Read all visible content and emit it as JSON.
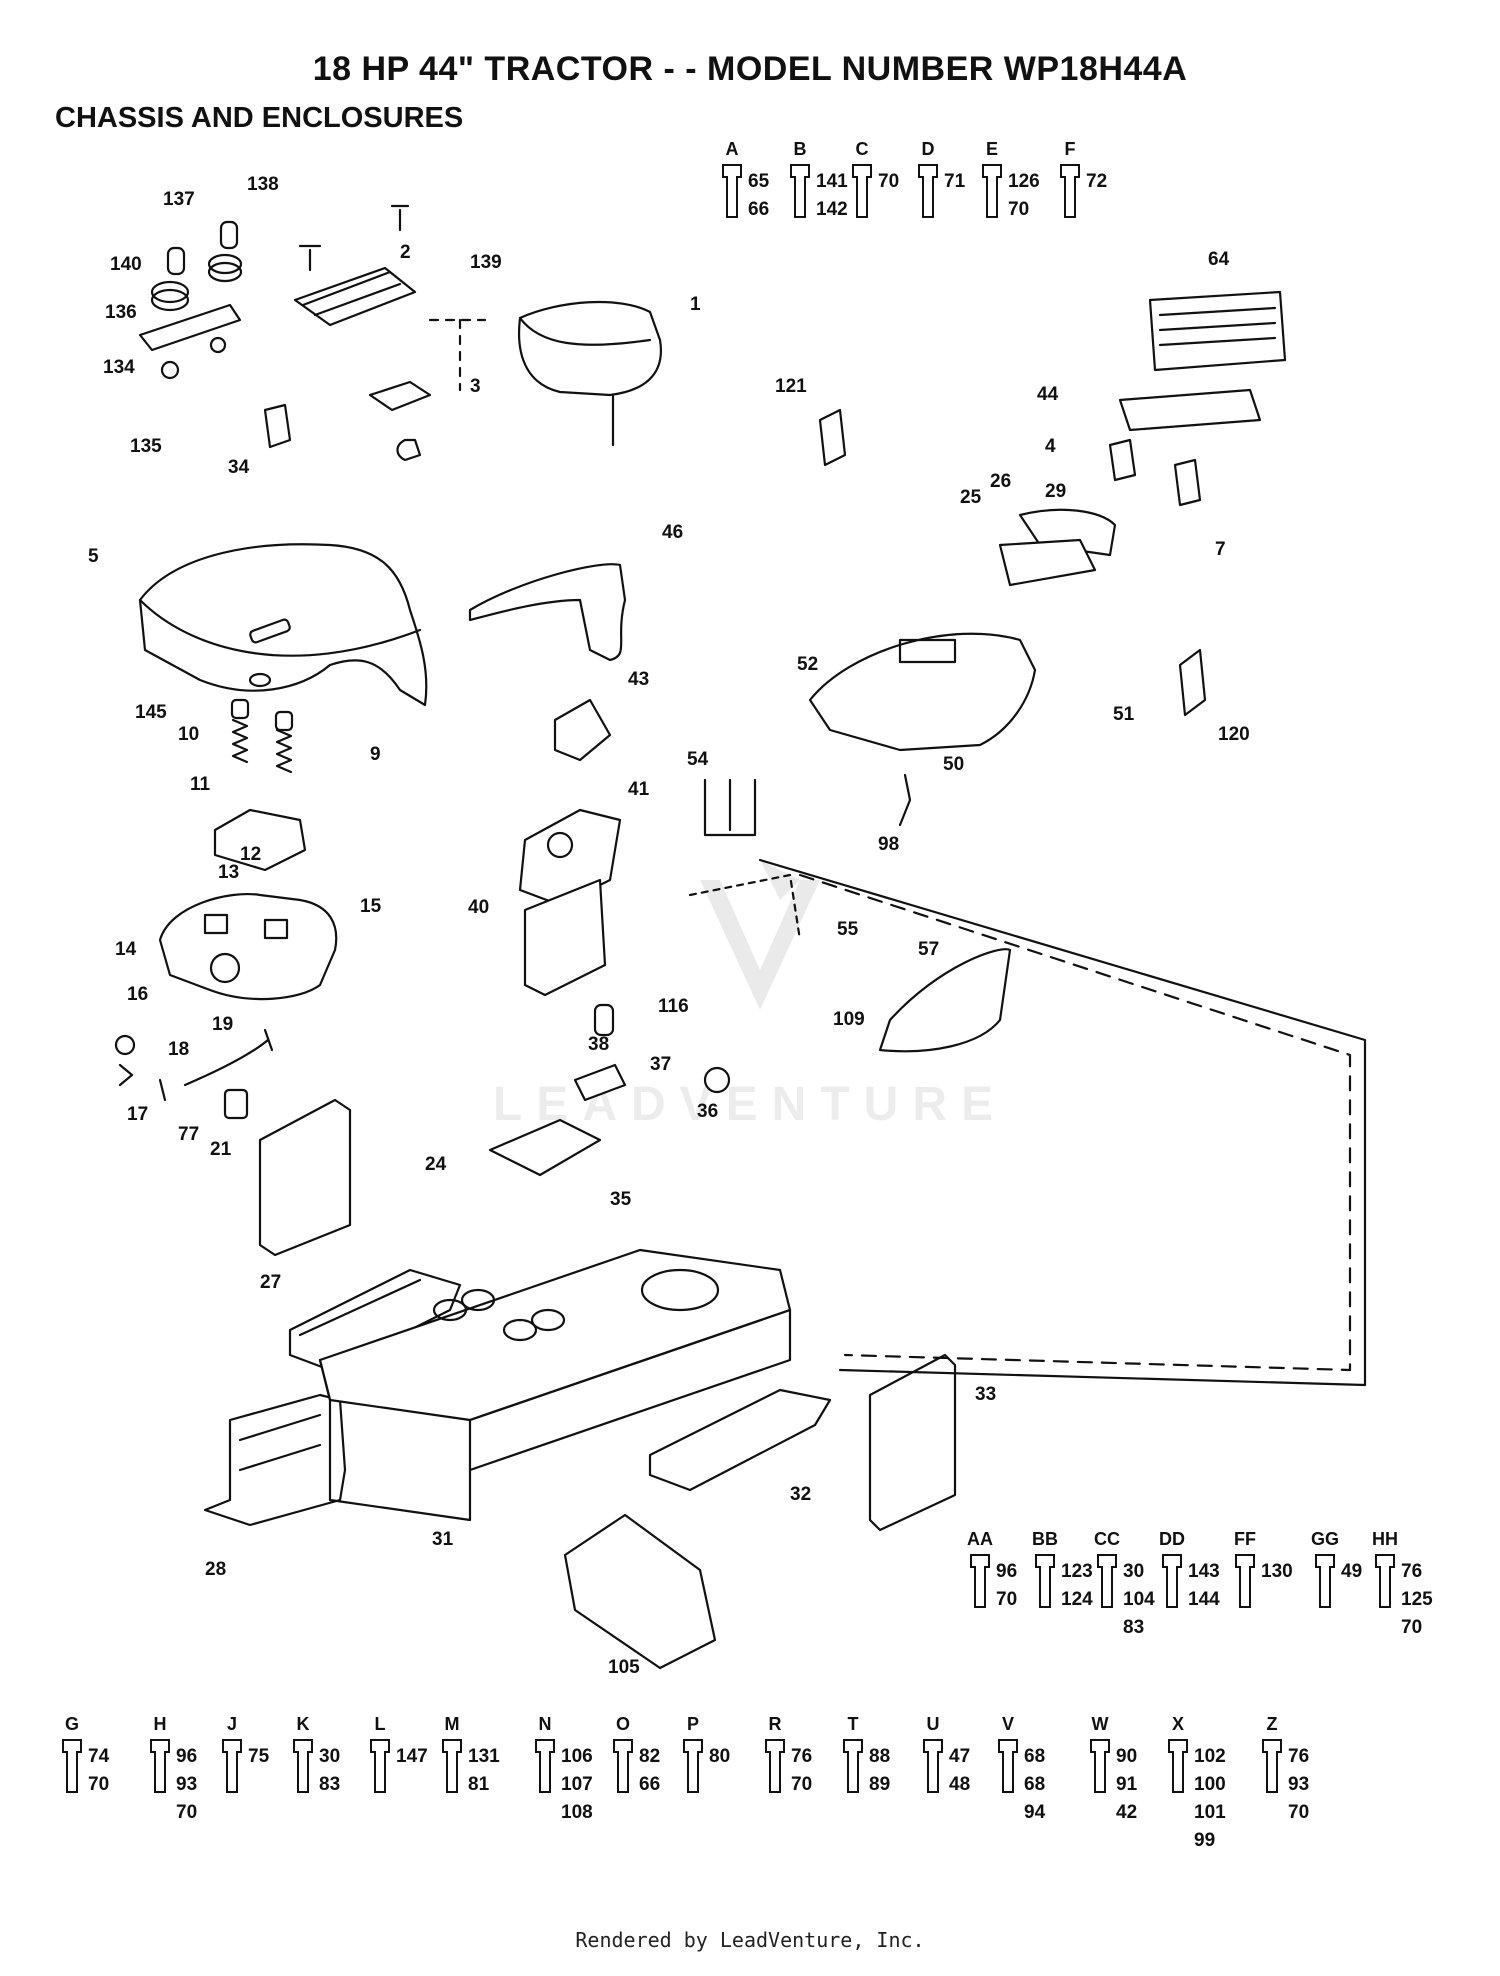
{
  "title": "18 HP 44\" TRACTOR - - MODEL NUMBER WP18H44A",
  "subtitle": "CHASSIS AND ENCLOSURES",
  "footer": "Rendered by LeadVenture, Inc.",
  "watermark_text": "LEADVENTURE",
  "callouts": [
    "1",
    "2",
    "3",
    "4",
    "5",
    "7",
    "9",
    "10",
    "11",
    "12",
    "13",
    "14",
    "15",
    "16",
    "17",
    "18",
    "19",
    "21",
    "24",
    "25",
    "26",
    "27",
    "28",
    "29",
    "31",
    "32",
    "33",
    "34",
    "35",
    "36",
    "37",
    "38",
    "40",
    "41",
    "43",
    "44",
    "46",
    "50",
    "51",
    "52",
    "54",
    "55",
    "57",
    "64",
    "77",
    "98",
    "105",
    "109",
    "116",
    "120",
    "121",
    "134",
    "135",
    "136",
    "137",
    "138",
    "139",
    "140",
    "145"
  ],
  "hardware_legend": [
    {
      "key": "A",
      "parts": [
        "65",
        "66"
      ]
    },
    {
      "key": "B",
      "parts": [
        "141",
        "142"
      ]
    },
    {
      "key": "C",
      "parts": [
        "70"
      ]
    },
    {
      "key": "D",
      "parts": [
        "71"
      ]
    },
    {
      "key": "E",
      "parts": [
        "126",
        "70"
      ]
    },
    {
      "key": "F",
      "parts": [
        "72"
      ]
    },
    {
      "key": "AA",
      "parts": [
        "96",
        "70"
      ]
    },
    {
      "key": "BB",
      "parts": [
        "123",
        "124"
      ]
    },
    {
      "key": "CC",
      "parts": [
        "30",
        "104",
        "83"
      ]
    },
    {
      "key": "DD",
      "parts": [
        "143",
        "144"
      ]
    },
    {
      "key": "FF",
      "parts": [
        "130"
      ]
    },
    {
      "key": "GG",
      "parts": [
        "49"
      ]
    },
    {
      "key": "HH",
      "parts": [
        "76",
        "125",
        "70"
      ]
    },
    {
      "key": "G",
      "parts": [
        "74",
        "70"
      ]
    },
    {
      "key": "H",
      "parts": [
        "96",
        "93",
        "70"
      ]
    },
    {
      "key": "J",
      "parts": [
        "75"
      ]
    },
    {
      "key": "K",
      "parts": [
        "30",
        "83"
      ]
    },
    {
      "key": "L",
      "parts": [
        "147"
      ]
    },
    {
      "key": "M",
      "parts": [
        "131",
        "81"
      ]
    },
    {
      "key": "N",
      "parts": [
        "106",
        "107",
        "108"
      ]
    },
    {
      "key": "O",
      "parts": [
        "82",
        "66"
      ]
    },
    {
      "key": "P",
      "parts": [
        "80"
      ]
    },
    {
      "key": "R",
      "parts": [
        "76",
        "70"
      ]
    },
    {
      "key": "T",
      "parts": [
        "88",
        "89"
      ]
    },
    {
      "key": "U",
      "parts": [
        "47",
        "48"
      ]
    },
    {
      "key": "V",
      "parts": [
        "68",
        "68",
        "94"
      ]
    },
    {
      "key": "W",
      "parts": [
        "90",
        "91",
        "42"
      ]
    },
    {
      "key": "X",
      "parts": [
        "102",
        "100",
        "101",
        "99"
      ]
    },
    {
      "key": "Z",
      "parts": [
        "76",
        "93",
        "70"
      ]
    }
  ]
}
